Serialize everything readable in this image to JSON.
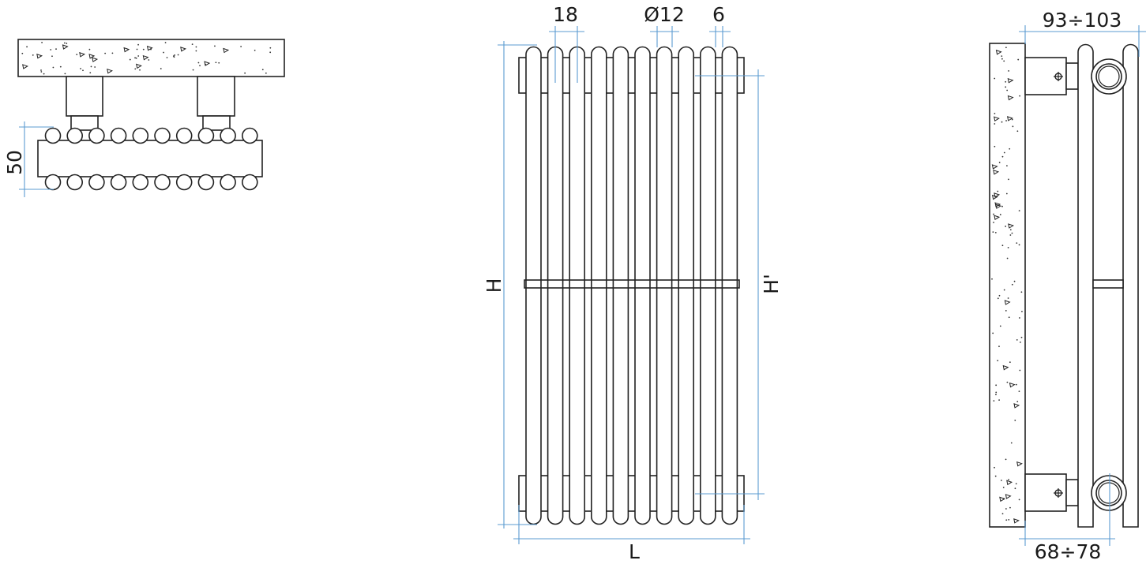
{
  "drawing": {
    "top_view": {
      "height_label": "50",
      "tube_count": 10
    },
    "front_view": {
      "pitch_label": "18",
      "diameter_label": "Ø12",
      "gap_label": "6",
      "height_label": "H",
      "center_height_label": "H'",
      "length_label": "L",
      "tube_count": 10
    },
    "side_view": {
      "depth_label": "93÷103",
      "wall_distance_label": "68÷78"
    },
    "colors": {
      "dimension": "#5b9bd0",
      "outline": "#222222"
    }
  }
}
